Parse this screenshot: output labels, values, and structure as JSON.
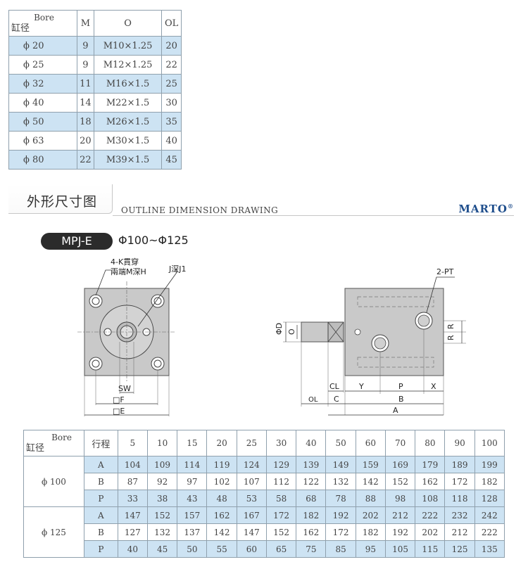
{
  "top_table": {
    "bore_en": "Bore",
    "bore_cn": "缸径",
    "columns": [
      "M",
      "O",
      "OL"
    ],
    "rows": [
      [
        "ϕ 20",
        "9",
        "M10×1.25",
        "20"
      ],
      [
        "ϕ 25",
        "9",
        "M12×1.25",
        "22"
      ],
      [
        "ϕ 32",
        "11",
        "M16×1.5",
        "25"
      ],
      [
        "ϕ 40",
        "14",
        "M22×1.5",
        "30"
      ],
      [
        "ϕ 50",
        "18",
        "M26×1.5",
        "35"
      ],
      [
        "ϕ 63",
        "20",
        "M30×1.5",
        "40"
      ],
      [
        "ϕ 80",
        "22",
        "M39×1.5",
        "45"
      ]
    ]
  },
  "section": {
    "title": "外形尺寸图",
    "subtitle": "OUTLINE DIMENSION DRAWING",
    "brand": "MARTO",
    "brand_mark": "®"
  },
  "model": {
    "name": "MPJ-E",
    "range": "Φ100~Φ125"
  },
  "front_view": {
    "label_holes_line1": "4-K貫穿",
    "label_holes_line2": "兩端M深H",
    "label_j": "J深J1",
    "label_sw": "SW",
    "label_f": "□F",
    "label_e": "□E"
  },
  "side_view": {
    "label_pt": "2-PT",
    "label_phi_d": "ΦD",
    "label_o": "O",
    "label_r1": "R",
    "label_r2": "R",
    "label_cl": "CL",
    "label_y": "Y",
    "label_p": "P",
    "label_x": "X",
    "label_ol": "OL",
    "label_c": "C",
    "label_b": "B",
    "label_a": "A"
  },
  "bottom_table": {
    "bore_en": "Bore",
    "bore_cn": "缸径",
    "stroke_label": "行程",
    "strokes": [
      "5",
      "10",
      "15",
      "20",
      "25",
      "30",
      "40",
      "50",
      "60",
      "70",
      "80",
      "90",
      "100"
    ],
    "groups": [
      {
        "bore": "ϕ 100",
        "rows": [
          {
            "label": "A",
            "values": [
              "104",
              "109",
              "114",
              "119",
              "124",
              "129",
              "139",
              "149",
              "159",
              "169",
              "179",
              "189",
              "199"
            ]
          },
          {
            "label": "B",
            "values": [
              "87",
              "92",
              "97",
              "102",
              "107",
              "112",
              "122",
              "132",
              "142",
              "152",
              "162",
              "172",
              "182"
            ]
          },
          {
            "label": "P",
            "values": [
              "33",
              "38",
              "43",
              "48",
              "53",
              "58",
              "68",
              "78",
              "88",
              "98",
              "108",
              "118",
              "128"
            ]
          }
        ]
      },
      {
        "bore": "ϕ 125",
        "rows": [
          {
            "label": "A",
            "values": [
              "147",
              "152",
              "157",
              "162",
              "167",
              "172",
              "182",
              "192",
              "202",
              "212",
              "222",
              "232",
              "242"
            ]
          },
          {
            "label": "B",
            "values": [
              "127",
              "132",
              "137",
              "142",
              "147",
              "152",
              "162",
              "172",
              "182",
              "192",
              "202",
              "212",
              "222"
            ]
          },
          {
            "label": "P",
            "values": [
              "40",
              "45",
              "50",
              "55",
              "60",
              "65",
              "75",
              "85",
              "95",
              "105",
              "115",
              "125",
              "135"
            ]
          }
        ]
      }
    ]
  },
  "colors": {
    "highlight_row": "#cde3f3",
    "grid_line": "#8fa0ad",
    "brand": "#1f4e8c",
    "body_gray": "#c9c9c9",
    "badge": "#2b2b2b"
  }
}
